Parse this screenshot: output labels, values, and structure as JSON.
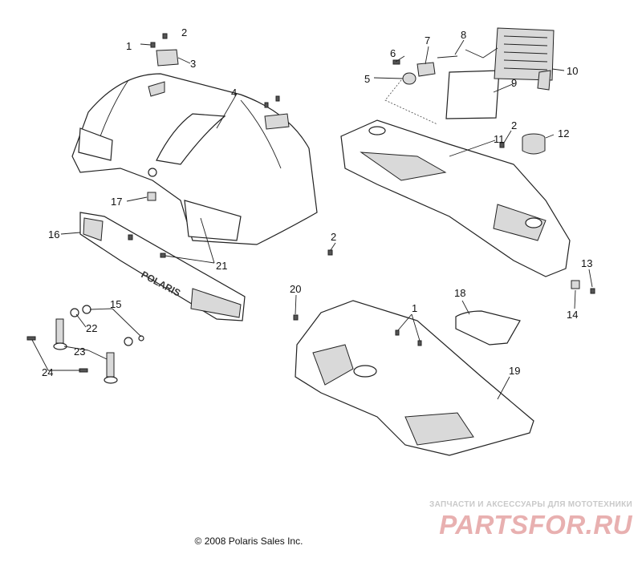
{
  "diagram": {
    "callouts": [
      {
        "id": "c1a",
        "label": "1"
      },
      {
        "id": "c2a",
        "label": "2"
      },
      {
        "id": "c3",
        "label": "3"
      },
      {
        "id": "c4",
        "label": "4"
      },
      {
        "id": "c5",
        "label": "5"
      },
      {
        "id": "c6",
        "label": "6"
      },
      {
        "id": "c7",
        "label": "7"
      },
      {
        "id": "c8",
        "label": "8"
      },
      {
        "id": "c9",
        "label": "9"
      },
      {
        "id": "c10",
        "label": "10"
      },
      {
        "id": "c11",
        "label": "11"
      },
      {
        "id": "c2b",
        "label": "2"
      },
      {
        "id": "c12",
        "label": "12"
      },
      {
        "id": "c13",
        "label": "13"
      },
      {
        "id": "c14",
        "label": "14"
      },
      {
        "id": "c16",
        "label": "16"
      },
      {
        "id": "c17",
        "label": "17"
      },
      {
        "id": "c21",
        "label": "21"
      },
      {
        "id": "c2c",
        "label": "2"
      },
      {
        "id": "c20",
        "label": "20"
      },
      {
        "id": "c1b",
        "label": "1"
      },
      {
        "id": "c18",
        "label": "18"
      },
      {
        "id": "c19",
        "label": "19"
      },
      {
        "id": "c15",
        "label": "15"
      },
      {
        "id": "c22",
        "label": "22"
      },
      {
        "id": "c23",
        "label": "23"
      },
      {
        "id": "c24",
        "label": "24"
      }
    ],
    "logo_text": "POLARIS"
  },
  "footer": {
    "copyright": "© 2008 Polaris Sales Inc."
  },
  "watermark": {
    "tagline": "ЗАПЧАСТИ И АКСЕССУАРЫ ДЛЯ МОТОТЕХНИКИ",
    "logo": "PARTSFOR.RU"
  }
}
